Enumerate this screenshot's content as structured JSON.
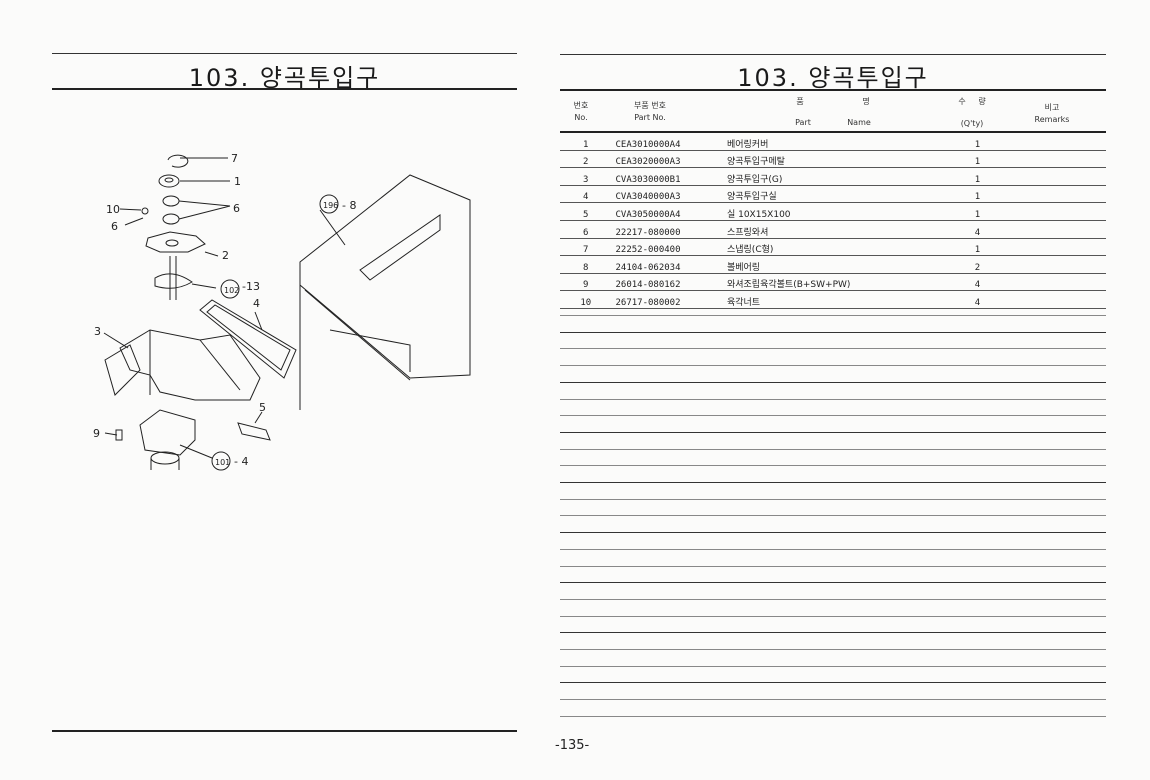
{
  "left_page": {
    "title": "103. 양곡투입구",
    "callouts": {
      "c7": "7",
      "c1": "1",
      "c6a": "6",
      "c10": "10",
      "c6b": "6",
      "c2": "2",
      "c196": "196",
      "c8": "- 8",
      "c102": "102",
      "c13": "-13",
      "c4": "4",
      "c3": "3",
      "c5": "5",
      "c9": "9",
      "c101": "101",
      "c4b": "- 4"
    }
  },
  "right_page": {
    "title": "103. 양곡투입구",
    "header": {
      "no_kr": "번호",
      "no_en": "No.",
      "part_kr": "부품 번호",
      "part_en": "Part  No.",
      "name_kr1": "품",
      "name_kr2": "명",
      "name_en1": "Part",
      "name_en2": "Name",
      "qty_kr1": "수",
      "qty_kr2": "량",
      "qty_en": "(Q'ty)",
      "remarks_kr": "비고",
      "remarks_en": "Remarks"
    },
    "rows": [
      {
        "no": "1",
        "part": "CEA3010000A4",
        "name": "베어링커버",
        "qty": "1"
      },
      {
        "no": "2",
        "part": "CEA3020000A3",
        "name": "양곡투입구메탈",
        "qty": "1"
      },
      {
        "no": "3",
        "part": "CVA3030000B1",
        "name": "양곡투입구(G)",
        "qty": "1"
      },
      {
        "no": "4",
        "part": "CVA3040000A3",
        "name": "양곡투입구실",
        "qty": "1"
      },
      {
        "no": "5",
        "part": "CVA3050000A4",
        "name": "실 10X15X100",
        "qty": "1"
      },
      {
        "no": "6",
        "part": "22217-080000",
        "name": "스프링와셔",
        "qty": "4"
      },
      {
        "no": "7",
        "part": "22252-000400",
        "name": "스냅링(C형)",
        "qty": "1"
      },
      {
        "no": "8",
        "part": "24104-062034",
        "name": "볼베어링",
        "qty": "2"
      },
      {
        "no": "9",
        "part": "26014-080162",
        "name": "와셔조립육각볼트(B+SW+PW)",
        "qty": "4"
      },
      {
        "no": "10",
        "part": "26717-080002",
        "name": "육각너트",
        "qty": "4"
      }
    ],
    "page_number": "-135-"
  }
}
